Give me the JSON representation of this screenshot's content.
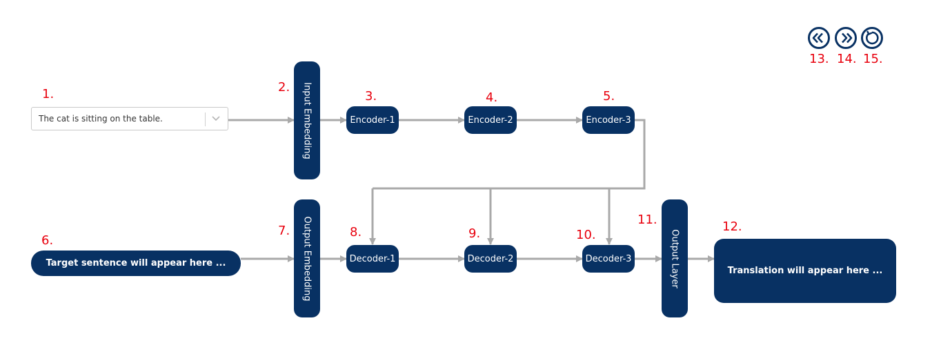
{
  "input": {
    "number": "1.",
    "selected_sentence": "The cat is sitting on the table.",
    "chevron_icon": "chevron-down-icon"
  },
  "blocks": {
    "input_embedding": {
      "number": "2.",
      "label": "Input Embedding"
    },
    "encoders": [
      {
        "number": "3.",
        "label": "Encoder-1"
      },
      {
        "number": "4.",
        "label": "Encoder-2"
      },
      {
        "number": "5.",
        "label": "Encoder-3"
      }
    ],
    "target": {
      "number": "6.",
      "label": "Target sentence will appear here ..."
    },
    "output_embedding": {
      "number": "7.",
      "label": "Output Embedding"
    },
    "decoders": [
      {
        "number": "8.",
        "label": "Decoder-1"
      },
      {
        "number": "9.",
        "label": "Decoder-2"
      },
      {
        "number": "10.",
        "label": "Decoder-3"
      }
    ],
    "output_layer": {
      "number": "11.",
      "label": "Output Layer"
    },
    "translation": {
      "number": "12.",
      "label": "Translation will appear here ..."
    }
  },
  "controls": [
    {
      "number": "13.",
      "icon": "step-back-icon"
    },
    {
      "number": "14.",
      "icon": "step-forward-icon"
    },
    {
      "number": "15.",
      "icon": "reset-icon"
    }
  ],
  "colors": {
    "block": "#083163",
    "wire": "#a9a9a9",
    "number": "#e8000d"
  }
}
